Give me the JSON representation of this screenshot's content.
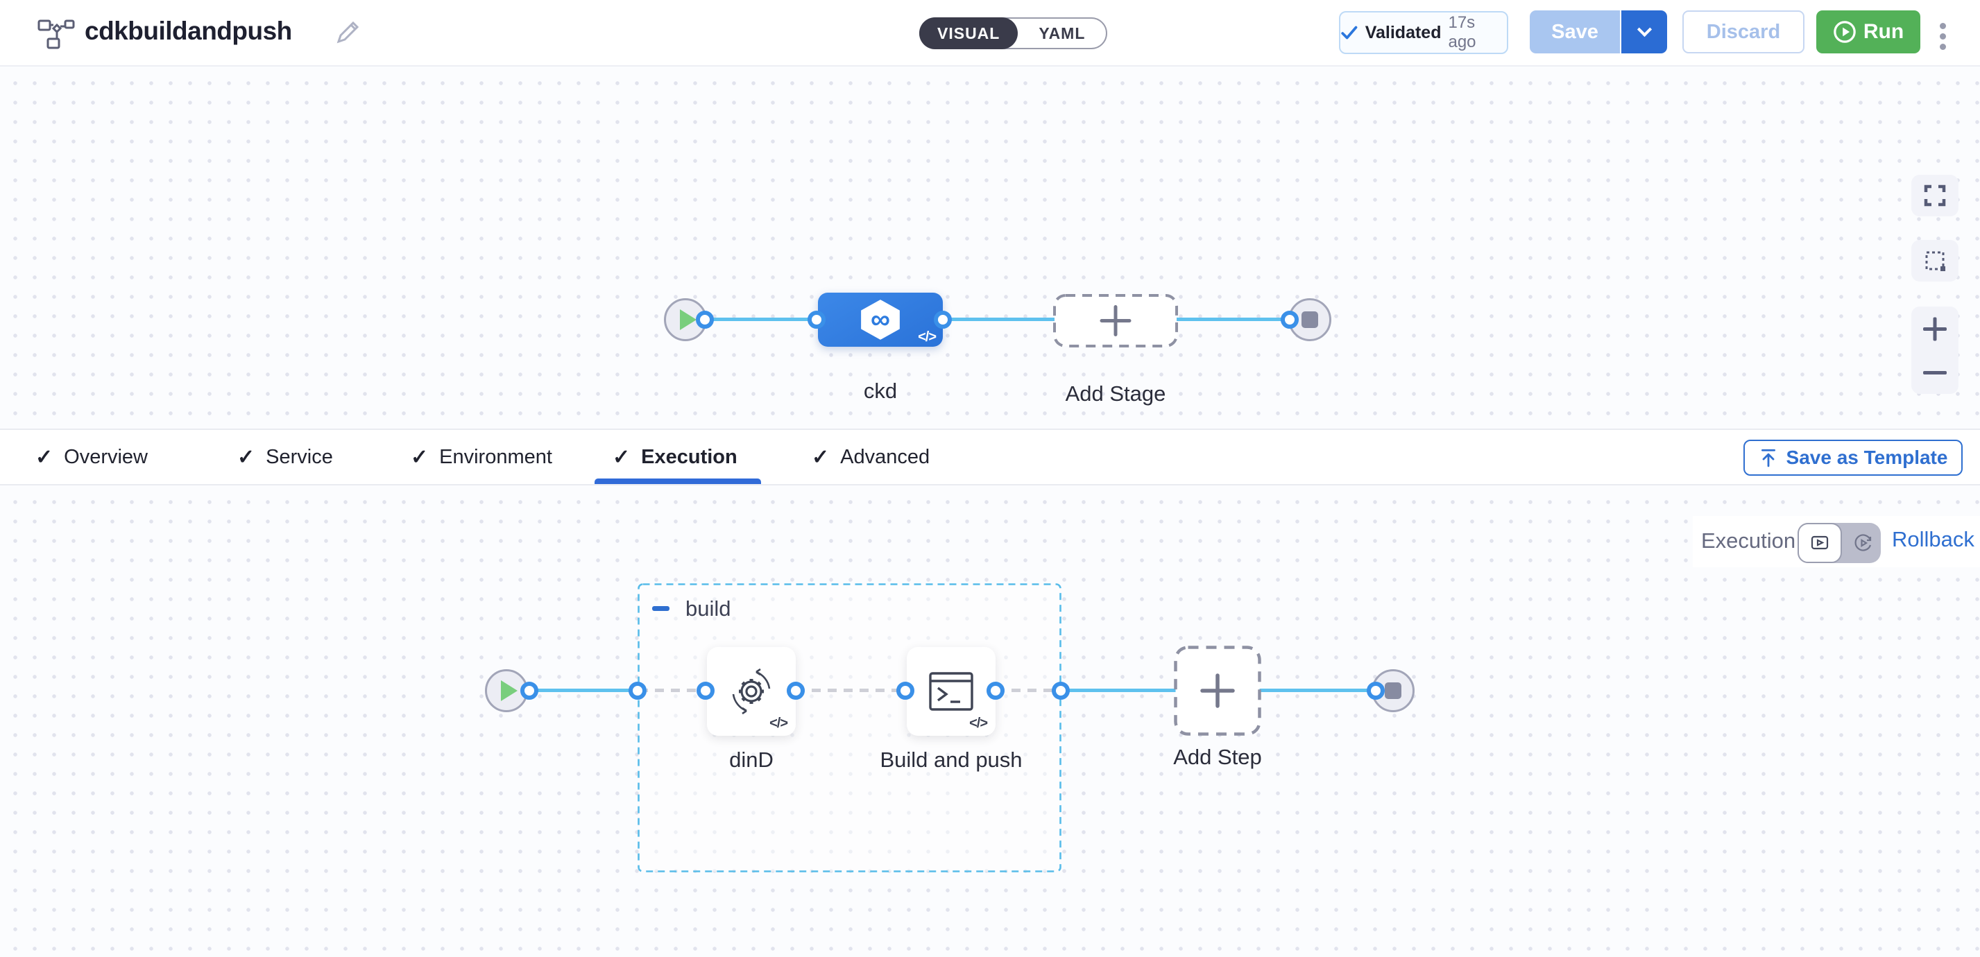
{
  "header": {
    "title": "cdkbuildandpush",
    "mode_toggle": {
      "visual": "VISUAL",
      "yaml": "YAML"
    },
    "validated": {
      "label": "Validated",
      "time": "17s ago"
    },
    "save_label": "Save",
    "discard_label": "Discard",
    "run_label": "Run"
  },
  "stage_canvas": {
    "stage_label": "ckd",
    "add_stage_label": "Add Stage"
  },
  "tabs": {
    "items": [
      {
        "label": "Overview"
      },
      {
        "label": "Service"
      },
      {
        "label": "Environment"
      },
      {
        "label": "Execution"
      },
      {
        "label": "Advanced"
      }
    ],
    "active": "Execution",
    "save_as_template_label": "Save as Template"
  },
  "execution_bar": {
    "label": "Execution",
    "rollback_label": "Rollback"
  },
  "execution_canvas": {
    "group_label": "build",
    "steps": [
      {
        "label": "dinD"
      },
      {
        "label": "Build and push"
      }
    ],
    "add_step_label": "Add Step"
  },
  "icons": {
    "check": "✓",
    "infinity": "∞",
    "code_badge": "</>"
  },
  "colors": {
    "accent_blue": "#2f6fd0",
    "node_blue": "#2e7de2",
    "link_blue": "#5ec1ee",
    "run_green": "#53b158",
    "group_border": "#58bce9"
  }
}
